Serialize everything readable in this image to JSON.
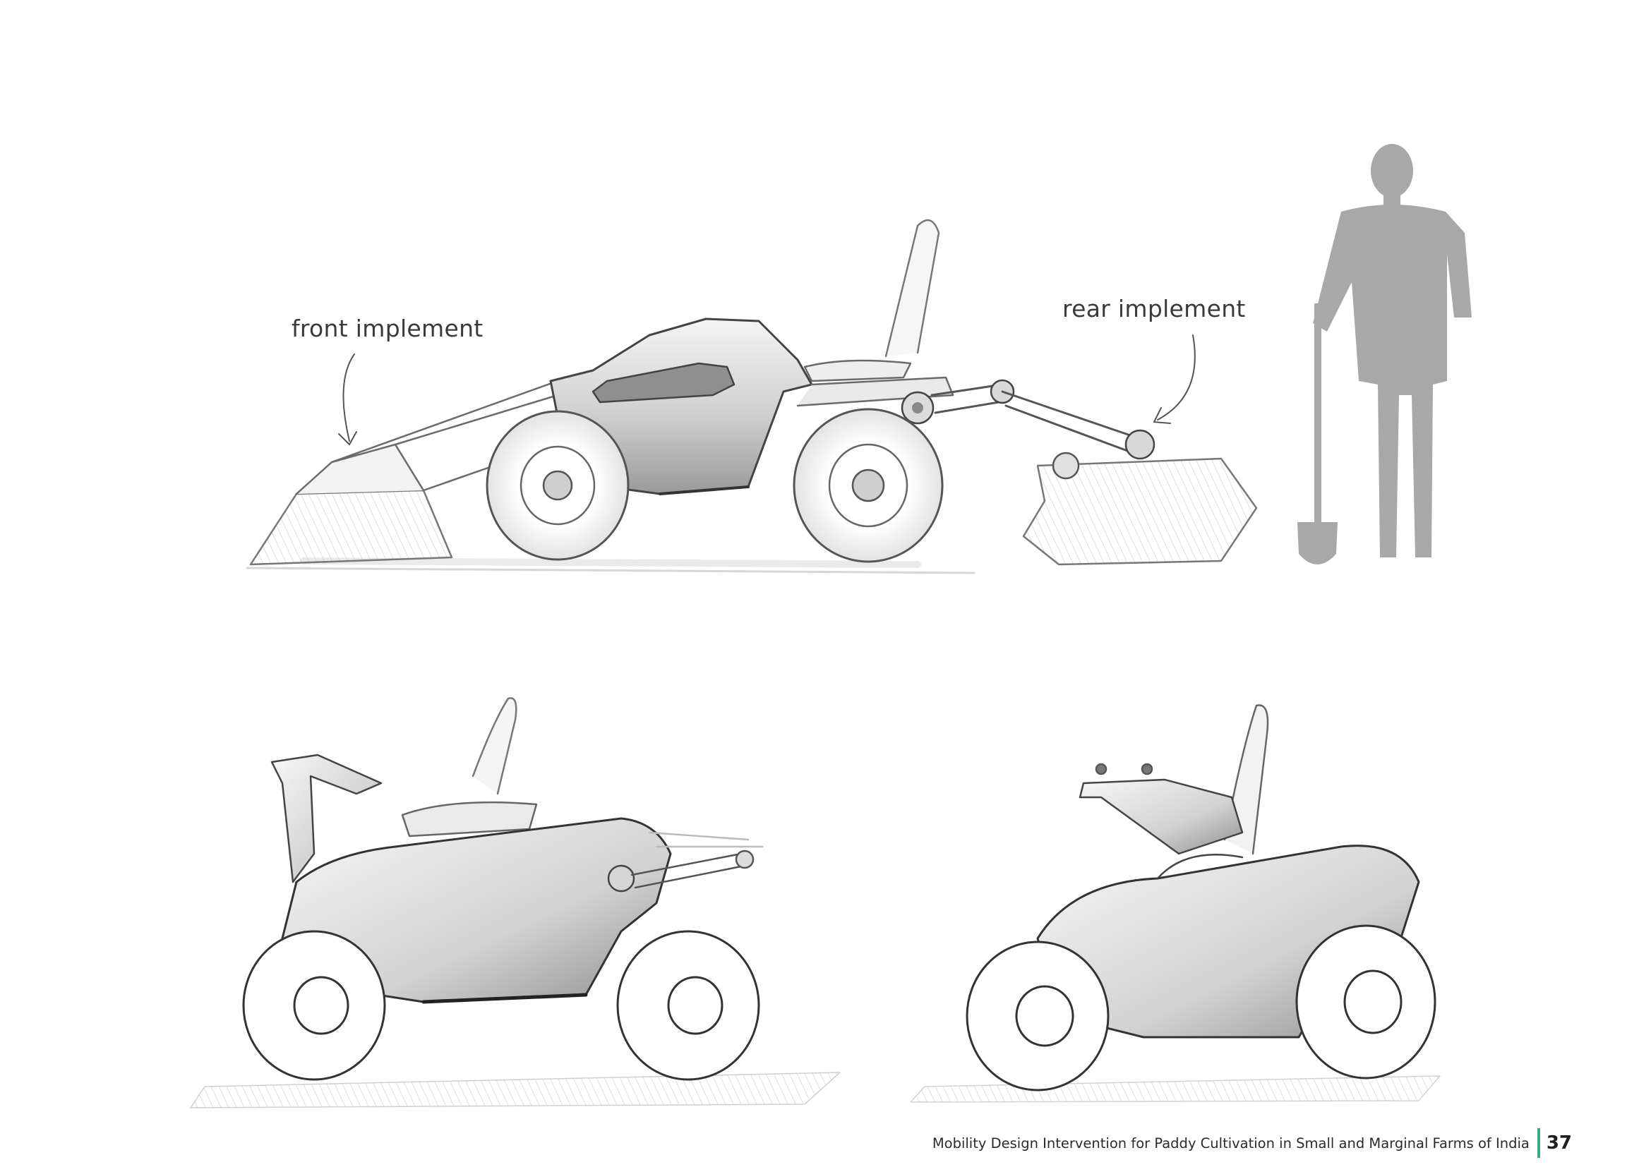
{
  "annotations": {
    "front_implement": "front implement",
    "rear_implement": "rear implement"
  },
  "footer": {
    "title": "Mobility Design Intervention for Paddy Cultivation in Small and Marginal Farms of India",
    "page_number": "37"
  },
  "colors": {
    "accent": "#3aa77e",
    "sketch_line": "#555555",
    "silhouette": "#a8a8a8"
  }
}
